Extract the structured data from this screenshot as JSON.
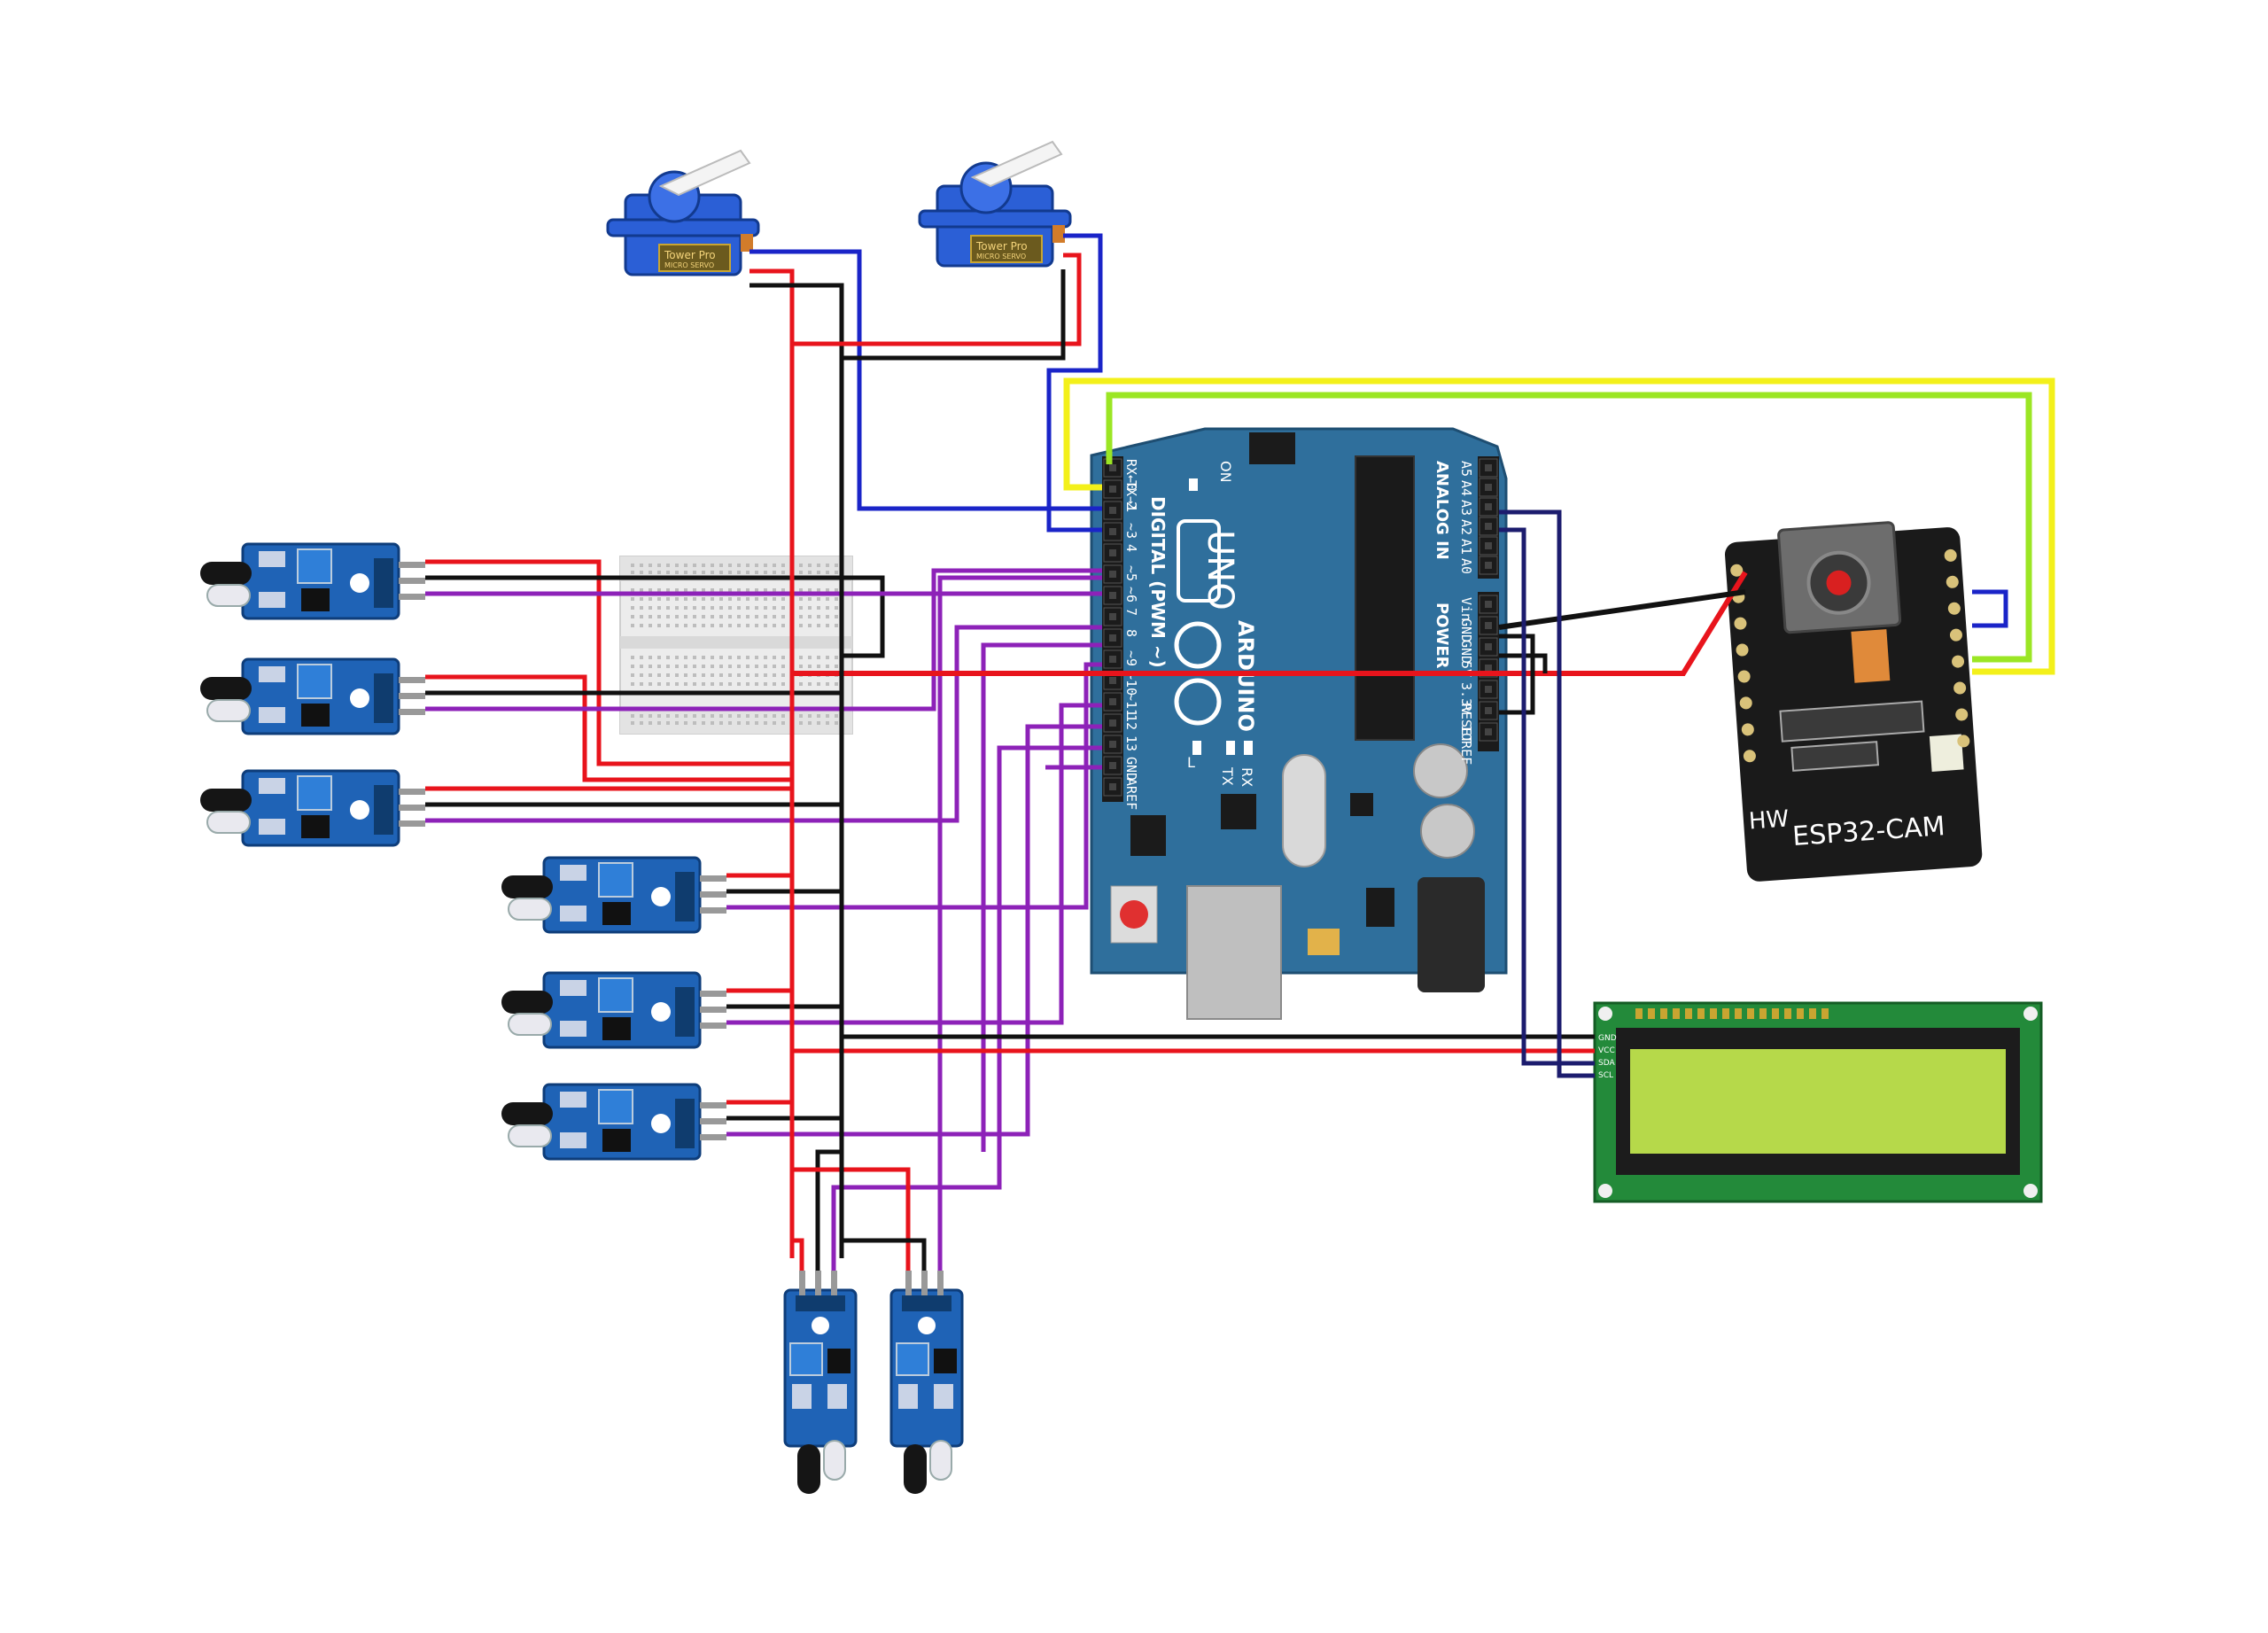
{
  "colors": {
    "wire_red": "#e8141c",
    "wire_black": "#111111",
    "wire_blue": "#1a24c8",
    "wire_navy": "#1c1c6e",
    "wire_purple": "#8d22b8",
    "wire_yellow": "#f3f01a",
    "wire_green": "#9be624",
    "arduino_blue": "#2f6f9c",
    "sensor_blue": "#1f63b6",
    "servo_blue": "#2b5fd6",
    "esp_black": "#1a1a1a",
    "lcd_pcb": "#238a3a",
    "lcd_screen": "#b6d94a"
  },
  "icons": {
    "servo": "servo-motor-icon",
    "ir_sensor": "ir-sensor-module-icon",
    "breadboard": "breadboard-icon",
    "arduino": "arduino-uno-board-icon",
    "esp32": "esp32-cam-module-icon",
    "lcd": "lcd-16x2-display-icon"
  },
  "servo": {
    "brand": "Tower Pro",
    "model": "MICRO SERVO"
  },
  "arduino": {
    "board_label": "UNO",
    "brand_label": "ARDUINO",
    "digital_label": "DIGITAL (PWM ~)",
    "analog_label": "ANALOG IN",
    "power_label": "POWER",
    "on_label": "ON",
    "led_l": "L",
    "led_tx": "TX",
    "led_rx": "RX",
    "digital_pins": [
      "RX←0",
      "TX→1",
      "2",
      "~3",
      "4",
      "~5",
      "~6",
      "7",
      "8",
      "~9",
      "~10",
      "~11",
      "12",
      "13",
      "GND",
      "AREF"
    ],
    "analog_pins": [
      "A5",
      "A4",
      "A3",
      "A2",
      "A1",
      "A0"
    ],
    "power_pins": [
      "Vin",
      "GND",
      "GND",
      "5V",
      "3.3V",
      "RESET",
      "IOREF"
    ]
  },
  "esp32": {
    "label": "ESP32-CAM",
    "maker": "HW"
  },
  "lcd": {
    "pins": [
      "GND",
      "VCC",
      "SDA",
      "SCL"
    ]
  }
}
